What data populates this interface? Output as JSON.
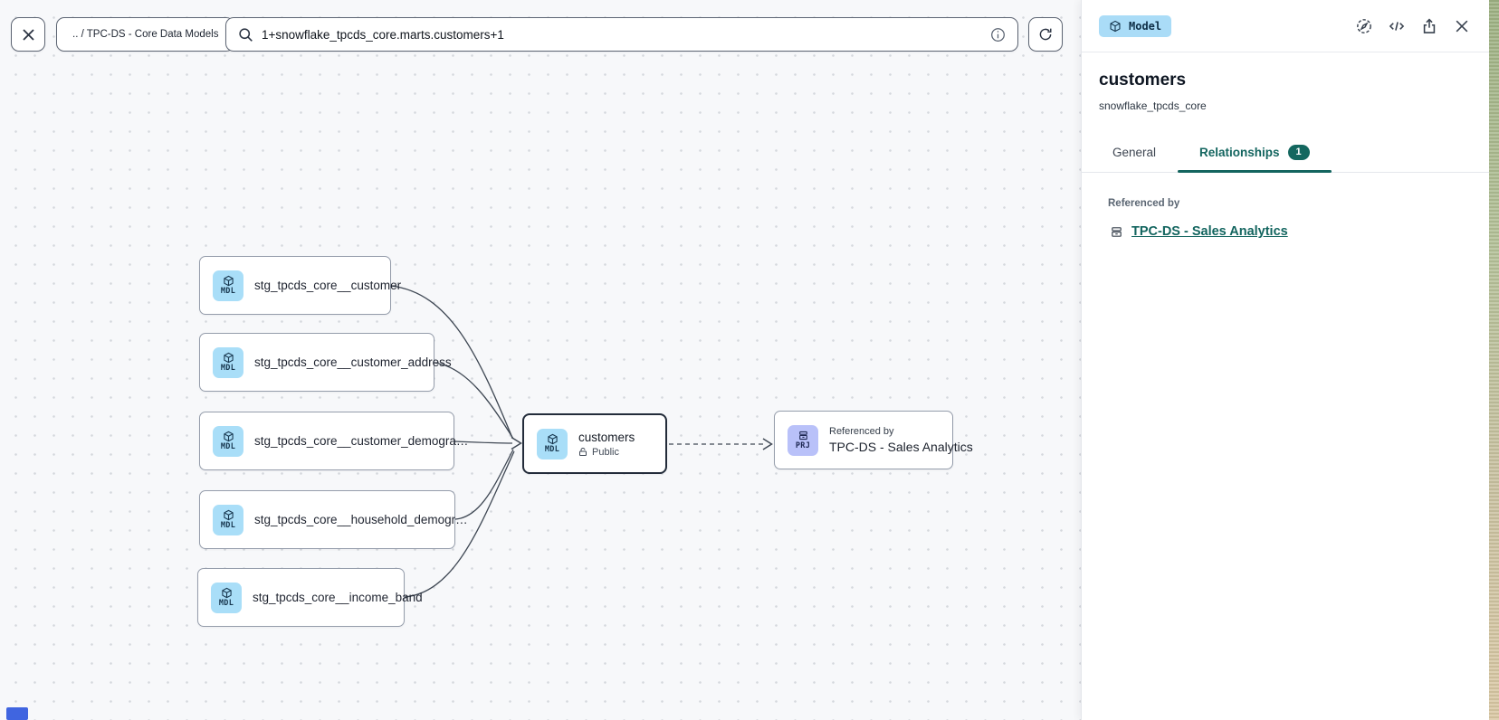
{
  "toolbar": {
    "breadcrumb": ".. / TPC-DS - Core Data Models",
    "search": {
      "value": "1+snowflake_tpcds_core.marts.customers+1"
    }
  },
  "canvas": {
    "upstream_nodes": [
      {
        "badge": "MDL",
        "label": "stg_tpcds_core__customer"
      },
      {
        "badge": "MDL",
        "label": "stg_tpcds_core__customer_address"
      },
      {
        "badge": "MDL",
        "label": "stg_tpcds_core__customer_demogra…"
      },
      {
        "badge": "MDL",
        "label": "stg_tpcds_core__household_demogr…"
      },
      {
        "badge": "MDL",
        "label": "stg_tpcds_core__income_band"
      }
    ],
    "selected_node": {
      "badge": "MDL",
      "label": "customers",
      "visibility": "Public"
    },
    "reference_node": {
      "badge": "PRJ",
      "kicker": "Referenced by",
      "label": "TPC-DS - Sales Analytics"
    }
  },
  "panel": {
    "type_badge": "Model",
    "title": "customers",
    "subtitle": "snowflake_tpcds_core",
    "tabs": [
      {
        "label": "General"
      },
      {
        "label": "Relationships",
        "badge": "1"
      }
    ],
    "section_heading": "Referenced by",
    "link": "TPC-DS - Sales Analytics"
  },
  "colors": {
    "accent_teal": "#13655f",
    "model_badge_bg": "#a9def8",
    "project_badge_bg": "#b9c1f9",
    "canvas_bg": "#f7f8fa",
    "edge_stroke": "#3f4854"
  }
}
